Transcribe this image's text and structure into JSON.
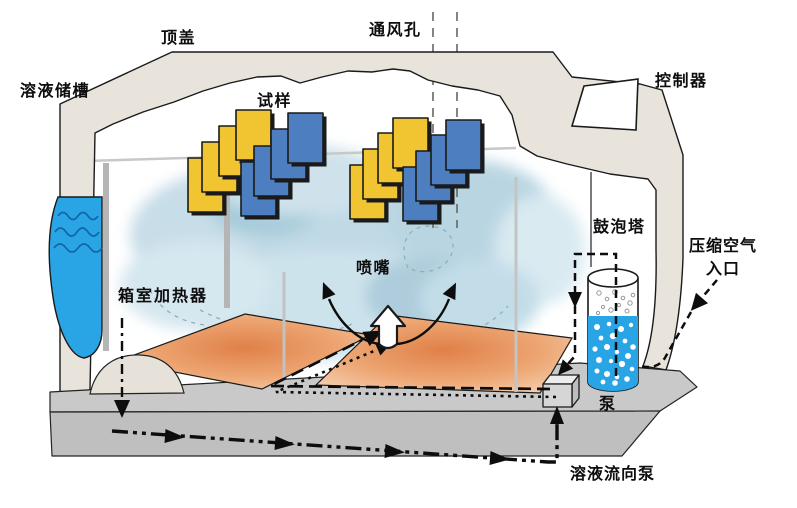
{
  "diagram": {
    "labels": {
      "solution_reservoir": "溶液储槽",
      "top_cover": "顶盖",
      "vent_hole": "通风孔",
      "controller": "控制器",
      "test_sample": "试样",
      "bubble_tower": "鼓泡塔",
      "compressed_air_line1": "压缩空气",
      "compressed_air_line2": "入口",
      "chamber_heater": "箱室加热器",
      "nozzle": "喷嘴",
      "pump": "泵",
      "solution_flow_to_pump": "溶液流向泵"
    },
    "colors": {
      "wall_beige": "#e9e4db",
      "solution_blue": "#29a4e4",
      "wave_blue": "#1166a6",
      "sample_yellow": "#f1c431",
      "sample_blue": "#4d7fc0",
      "heater_center_orange": "#e08048",
      "heater_edge_orange": "#f5d3b5",
      "base_gray_top": "#c9c9c9",
      "base_gray_front": "#bfbfbf",
      "cloud_blue": "#c4dbe6",
      "outline_black": "#1a1a1a"
    }
  }
}
